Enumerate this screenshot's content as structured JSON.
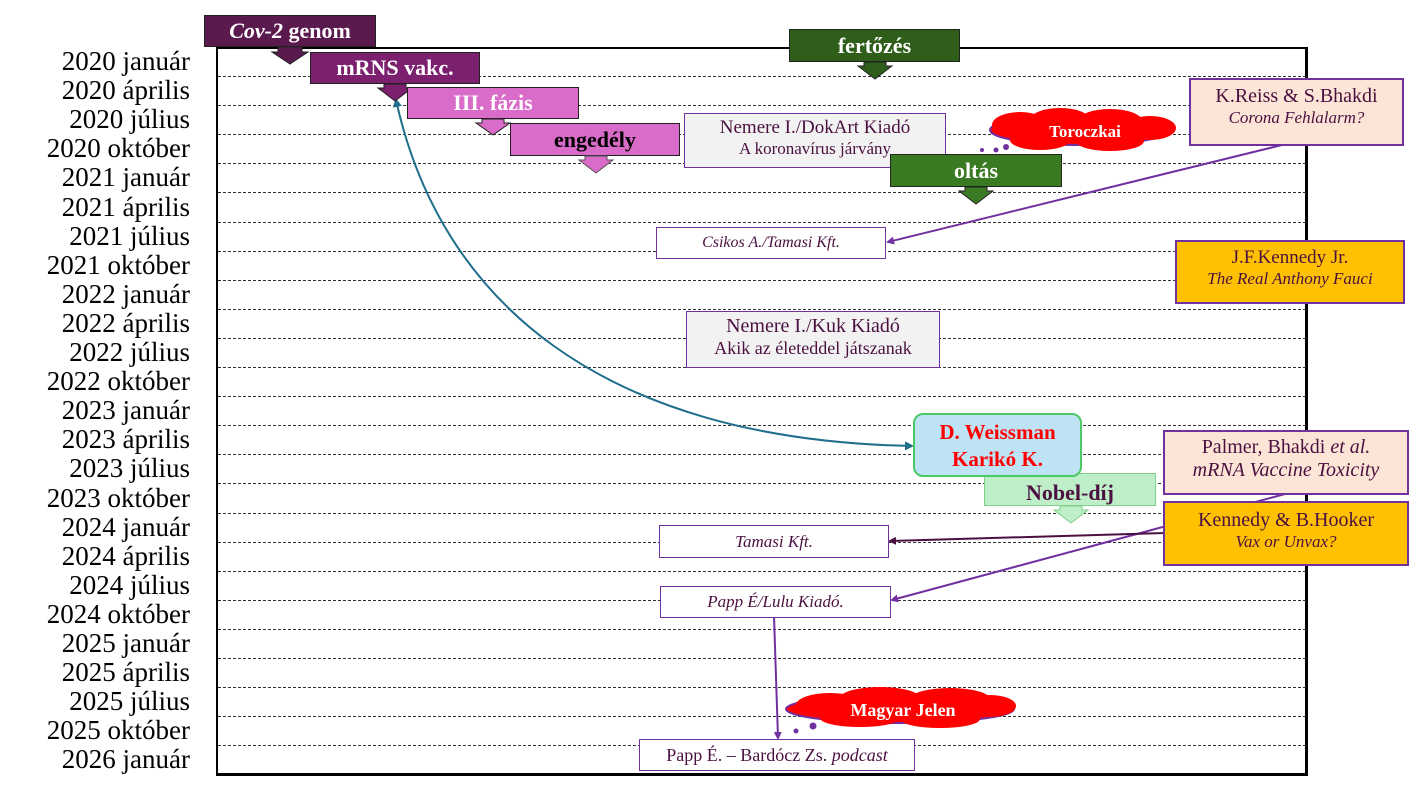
{
  "timeline": {
    "axis_labels": [
      "2020 január",
      "2020 április",
      "2020 július",
      "2020 október",
      "2021 január",
      "2021 április",
      "2021 július",
      "2021 október",
      "2022 január",
      "2022 április",
      "2022 július",
      "2022 október",
      "2023 január",
      "2023 április",
      "2023 július",
      "2023 október",
      "2024 január",
      "2024 április",
      "2024 július",
      "2024 október",
      "2025 január",
      "2025 április",
      "2025 július",
      "2025 október",
      "2026 január"
    ]
  },
  "events": {
    "cov2_genom": {
      "italic": "Cov-2",
      "rest": " genom",
      "color": "#5B1A4E"
    },
    "mrns_vakc": {
      "label": "mRNS vakc.",
      "color": "#7B1F6E"
    },
    "fazis3": {
      "label": "III. fázis",
      "color": "#D86CC8"
    },
    "engedely": {
      "label": "engedély",
      "color": "#D86CC8"
    },
    "fertozes": {
      "label": "fertőzés",
      "color": "#2E5E1A"
    },
    "oltas": {
      "label": "oltás",
      "color": "#3A7A22"
    },
    "nobel": {
      "label": "Nobel-díj",
      "color": "#BFEFC8"
    },
    "weissman": {
      "line1": "D. Weissman",
      "line2": "Karikó K.",
      "color": "#BEE3F5",
      "text_color": "#FF0000"
    }
  },
  "clouds": {
    "toroczkai": {
      "label": "Toroczkai"
    },
    "magyar_jelen": {
      "label": "Magyar Jelen"
    }
  },
  "publications": {
    "nemere_dokart": {
      "line1": "Nemere I./DokArt Kiadó",
      "line2": "A koronavírus járvány"
    },
    "reiss_bhakdi": {
      "line1": "K.Reiss & S.Bhakdi",
      "line2": "Corona Fehlalarm?"
    },
    "csikos": {
      "line1": "Csikos A./Tamasi Kft."
    },
    "kennedy_jr": {
      "line1": "J.F.Kennedy Jr.",
      "line2": "The Real Anthony Fauci"
    },
    "nemere_kuk": {
      "line1": "Nemere I./Kuk Kiadó",
      "line2": "Akik az életeddel játszanak"
    },
    "palmer": {
      "line1a": "Palmer, Bhakdi ",
      "line1b": "et al.",
      "line2": "mRNA Vaccine Toxicity"
    },
    "kennedy_hooker": {
      "line1": "Kennedy & B.Hooker",
      "line2": "Vax or Unvax?"
    },
    "tamasi": {
      "line1": "Tamasi Kft."
    },
    "papp_lulu": {
      "line1": "Papp É/Lulu Kiadó."
    },
    "papp_podcast": {
      "line1a": "Papp É. – Bardócz Zs. ",
      "line1b": "podcast"
    }
  },
  "colors": {
    "pub_pink_bg": "#FCE4D6",
    "pub_gold_bg": "#FFC000",
    "pub_gray_bg": "#F2F2F2",
    "pub_border": "#7030A0",
    "arrow_purple": "#7030A0",
    "arrow_dark": "#4B1040",
    "arrow_teal": "#1F6E8C",
    "cloud_red": "#FF0000"
  }
}
